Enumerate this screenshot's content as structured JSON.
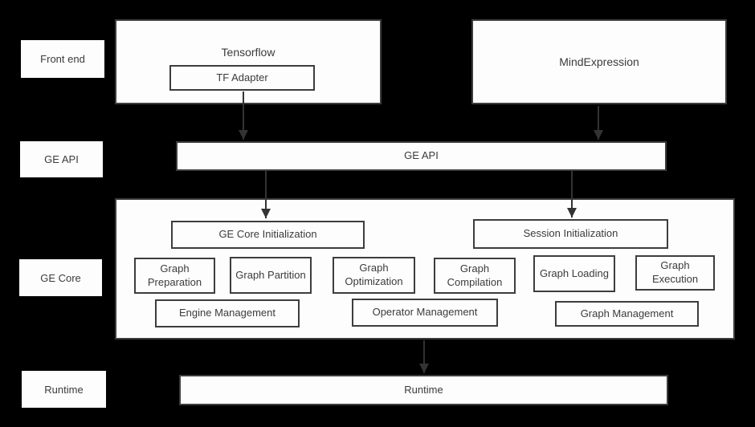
{
  "diagram": {
    "side_labels": {
      "front_end": "Front end",
      "ge_api": "GE API",
      "ge_core": "GE Core",
      "runtime": "Runtime"
    },
    "front_end_row": {
      "tensorflow_label": "Tensorflow",
      "tf_adapter_label": "TF Adapter",
      "mind_expression_label": "MindExpression"
    },
    "ge_api_row": {
      "bar_label": "GE API"
    },
    "ge_core_box": {
      "ge_core_init_label": "GE Core Initialization",
      "session_init_label": "Session Initialization",
      "stages": [
        "Graph Preparation",
        "Graph Partition",
        "Graph Optimization",
        "Graph Compilation",
        "Graph Loading",
        "Graph Execution"
      ],
      "managers": [
        "Engine Management",
        "Operator Management",
        "Graph Management"
      ]
    },
    "runtime_row": {
      "bar_label": "Runtime"
    },
    "colors": {
      "background": "#000000",
      "box_fill": "#fdfdfd",
      "border": "#3d3d3d",
      "text": "#3b3b3b",
      "arrow": "#333333"
    }
  }
}
